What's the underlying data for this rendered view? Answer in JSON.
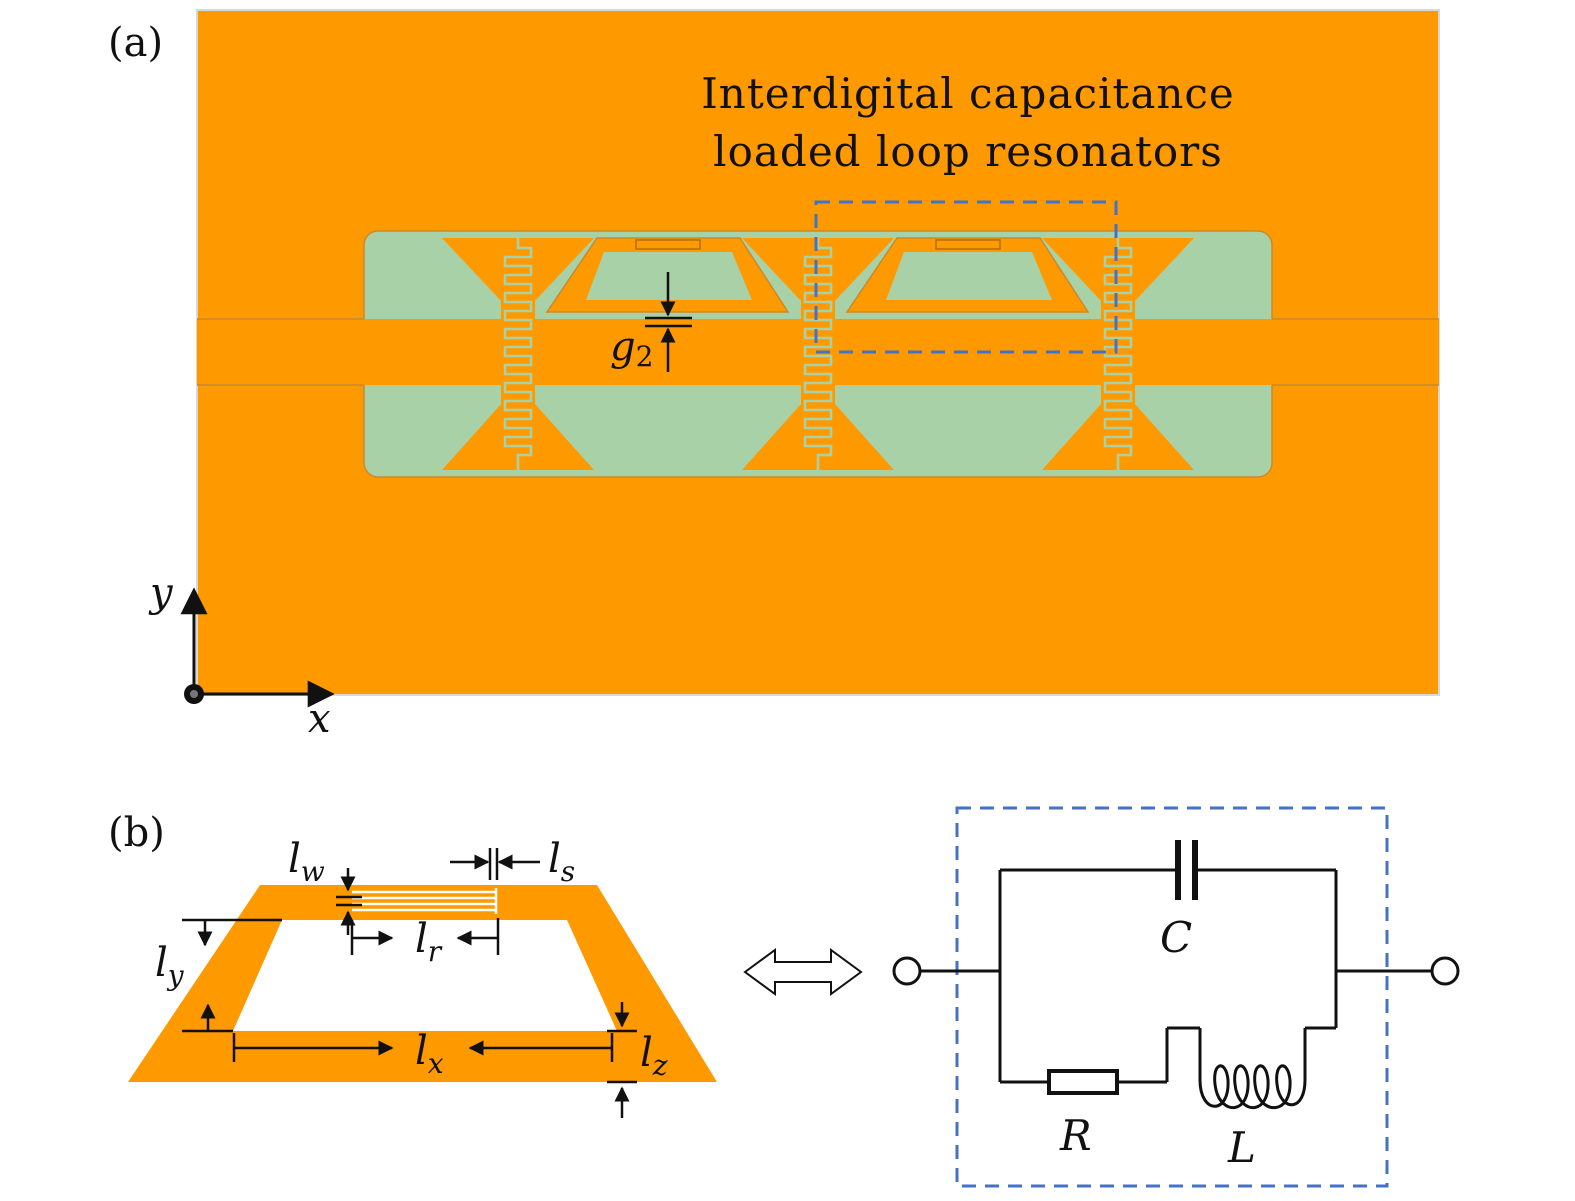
{
  "panel_a": {
    "label": "(a)",
    "annotation_line1": "Interdigital capacitance",
    "annotation_line2": "loaded loop resonators",
    "gap_symbol": "g",
    "gap_subscript": "2",
    "axis_y": "y",
    "axis_x": "x"
  },
  "panel_b": {
    "label": "(b)",
    "dims": {
      "lw": {
        "main": "l",
        "sub": "w"
      },
      "ls": {
        "main": "l",
        "sub": "s"
      },
      "lr": {
        "main": "l",
        "sub": "r"
      },
      "ly": {
        "main": "l",
        "sub": "y"
      },
      "lx": {
        "main": "l",
        "sub": "x"
      },
      "lz": {
        "main": "l",
        "sub": "z"
      }
    },
    "circuit": {
      "C": "C",
      "R": "R",
      "L": "L"
    }
  },
  "colors": {
    "copper": "#FF9900",
    "substrate": "#A9D1A8",
    "dashed_box": "#4472C4",
    "ink": "#111111"
  }
}
